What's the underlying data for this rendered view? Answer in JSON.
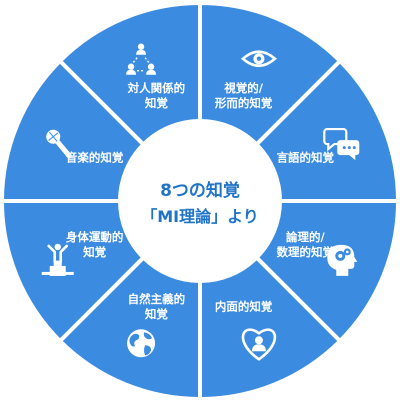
{
  "center": {
    "line1": "8つの知覚",
    "line2": "「MI理論」より"
  },
  "colors": {
    "segment": "#3b8be0",
    "separator": "#ffffff",
    "center_fill": "#ffffff",
    "center_text": "#1f74c9",
    "label_text": "#ffffff"
  },
  "segments": [
    {
      "lines": [
        "視覚的/",
        "形而的知覚"
      ],
      "icon": "eye-icon"
    },
    {
      "lines": [
        "言語的知覚"
      ],
      "icon": "speech-bubbles-icon"
    },
    {
      "lines": [
        "論理的/",
        "数理的知覚"
      ],
      "icon": "head-gears-icon"
    },
    {
      "lines": [
        "内面的知覚"
      ],
      "icon": "heart-person-icon"
    },
    {
      "lines": [
        "自然主義的",
        "知覚"
      ],
      "icon": "globe-icon"
    },
    {
      "lines": [
        "身体運動的",
        "知覚"
      ],
      "icon": "podium-person-icon"
    },
    {
      "lines": [
        "音楽的知覚"
      ],
      "icon": "microphone-icon"
    },
    {
      "lines": [
        "対人関係的",
        "知覚"
      ],
      "icon": "people-network-icon"
    }
  ]
}
